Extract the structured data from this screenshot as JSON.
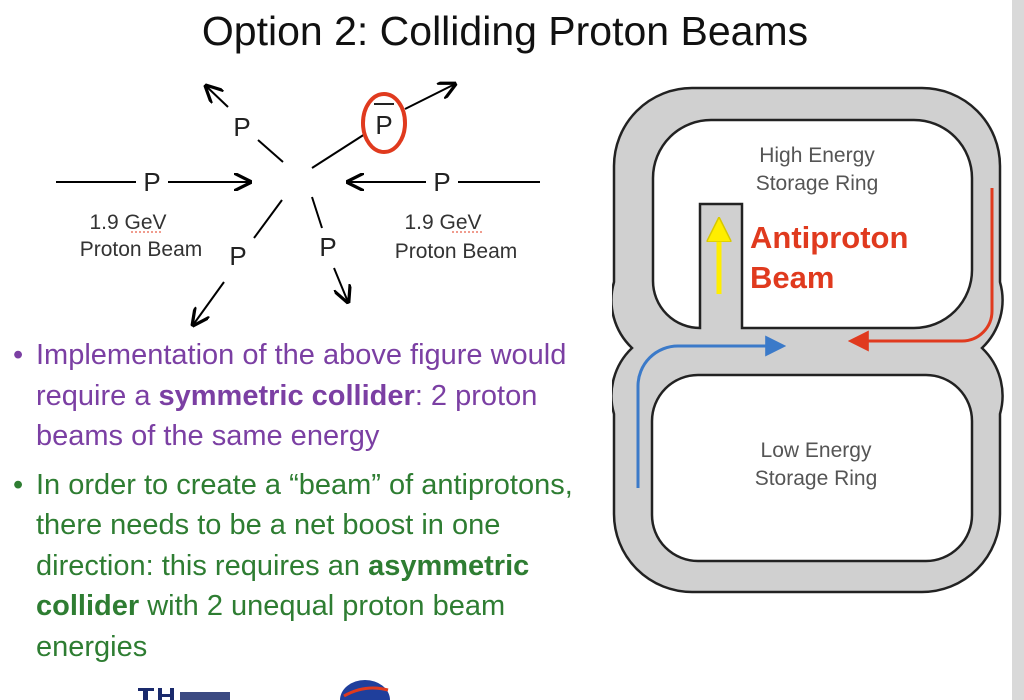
{
  "title": "Option 2: Colliding Proton Beams",
  "collision": {
    "particle": "P",
    "antiparticle": "P",
    "left_beam": {
      "energy": "1.9 GeV",
      "label": "Proton Beam"
    },
    "right_beam": {
      "energy": "1.9 GeV",
      "label": "Proton Beam"
    }
  },
  "rings": {
    "high": {
      "line1": "High Energy",
      "line2": "Storage Ring"
    },
    "low": {
      "line1": "Low Energy",
      "line2": "Storage Ring"
    },
    "antiproton": {
      "line1": "Antiproton",
      "line2": "Beam"
    }
  },
  "bullets": [
    {
      "before": "Implementation of the above figure would require a ",
      "bold": "symmetric collider",
      "after": ": 2 proton beams of the same energy"
    },
    {
      "before": "In order to create a “beam” of antiprotons, there needs to be a net boost in one direction: this requires an ",
      "bold": "asymmetric collider",
      "after": " with 2 unequal proton beam energies"
    }
  ],
  "bullet_char": "•",
  "colors": {
    "purple_text": "#7b3fa3",
    "green_text": "#2e7d32",
    "red_accent": "#e03a1e",
    "blue_beam": "#3b7ac9",
    "yellow_beam": "#ffee00",
    "ring_fill": "#d0d0d0"
  }
}
